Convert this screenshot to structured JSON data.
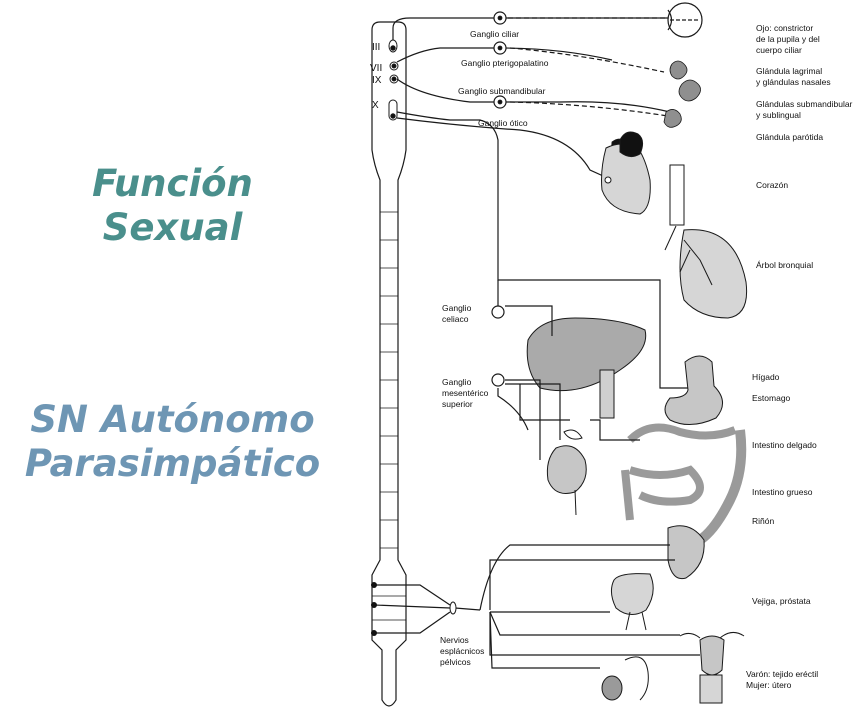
{
  "colors": {
    "title_top": "#4a8f8c",
    "title_bottom": "#6e96b4",
    "line": "#1a1a1a",
    "organ": "#9a9a9a"
  },
  "titles": {
    "top": [
      "Función",
      "Sexual"
    ],
    "bottom": [
      "SN Autónomo",
      "Parasimpático"
    ]
  },
  "nerves": {
    "n3": "III",
    "n7": "VII",
    "n9": "IX",
    "n10": "X"
  },
  "ganglia": {
    "ciliar": "Ganglio ciliar",
    "pterigopalatino": "Ganglio pterigopalatino",
    "submandibular": "Ganglio submandibular",
    "otico": "Ganglio ótico",
    "celiaco": [
      "Ganglio",
      "celiaco"
    ],
    "mesenterico": [
      "Ganglio",
      "mesentérico",
      "superior"
    ],
    "pelvicos": [
      "Nervios",
      "esplácnicos",
      "pélvicos"
    ]
  },
  "organs": {
    "ojo": [
      "Ojo: constrictor",
      "de la pupila y del",
      "cuerpo ciliar"
    ],
    "lagrimal": [
      "Glándula lagrimal",
      "y glándulas nasales"
    ],
    "submandibular": [
      "Glándulas submandibular",
      "y sublingual"
    ],
    "parotida": [
      "Glándula parótida"
    ],
    "corazon": [
      "Corazón"
    ],
    "bronquial": [
      "Árbol bronquial"
    ],
    "higado": [
      "Hígado"
    ],
    "estomago": [
      "Estomago"
    ],
    "delgado": [
      "Intestino delgado"
    ],
    "grueso": [
      "Intestino grueso"
    ],
    "rinon": [
      "Riñón"
    ],
    "vejiga": [
      "Vejiga, próstata"
    ],
    "sexual": [
      "Varón: tejido eréctil",
      "Mujer: útero"
    ]
  }
}
